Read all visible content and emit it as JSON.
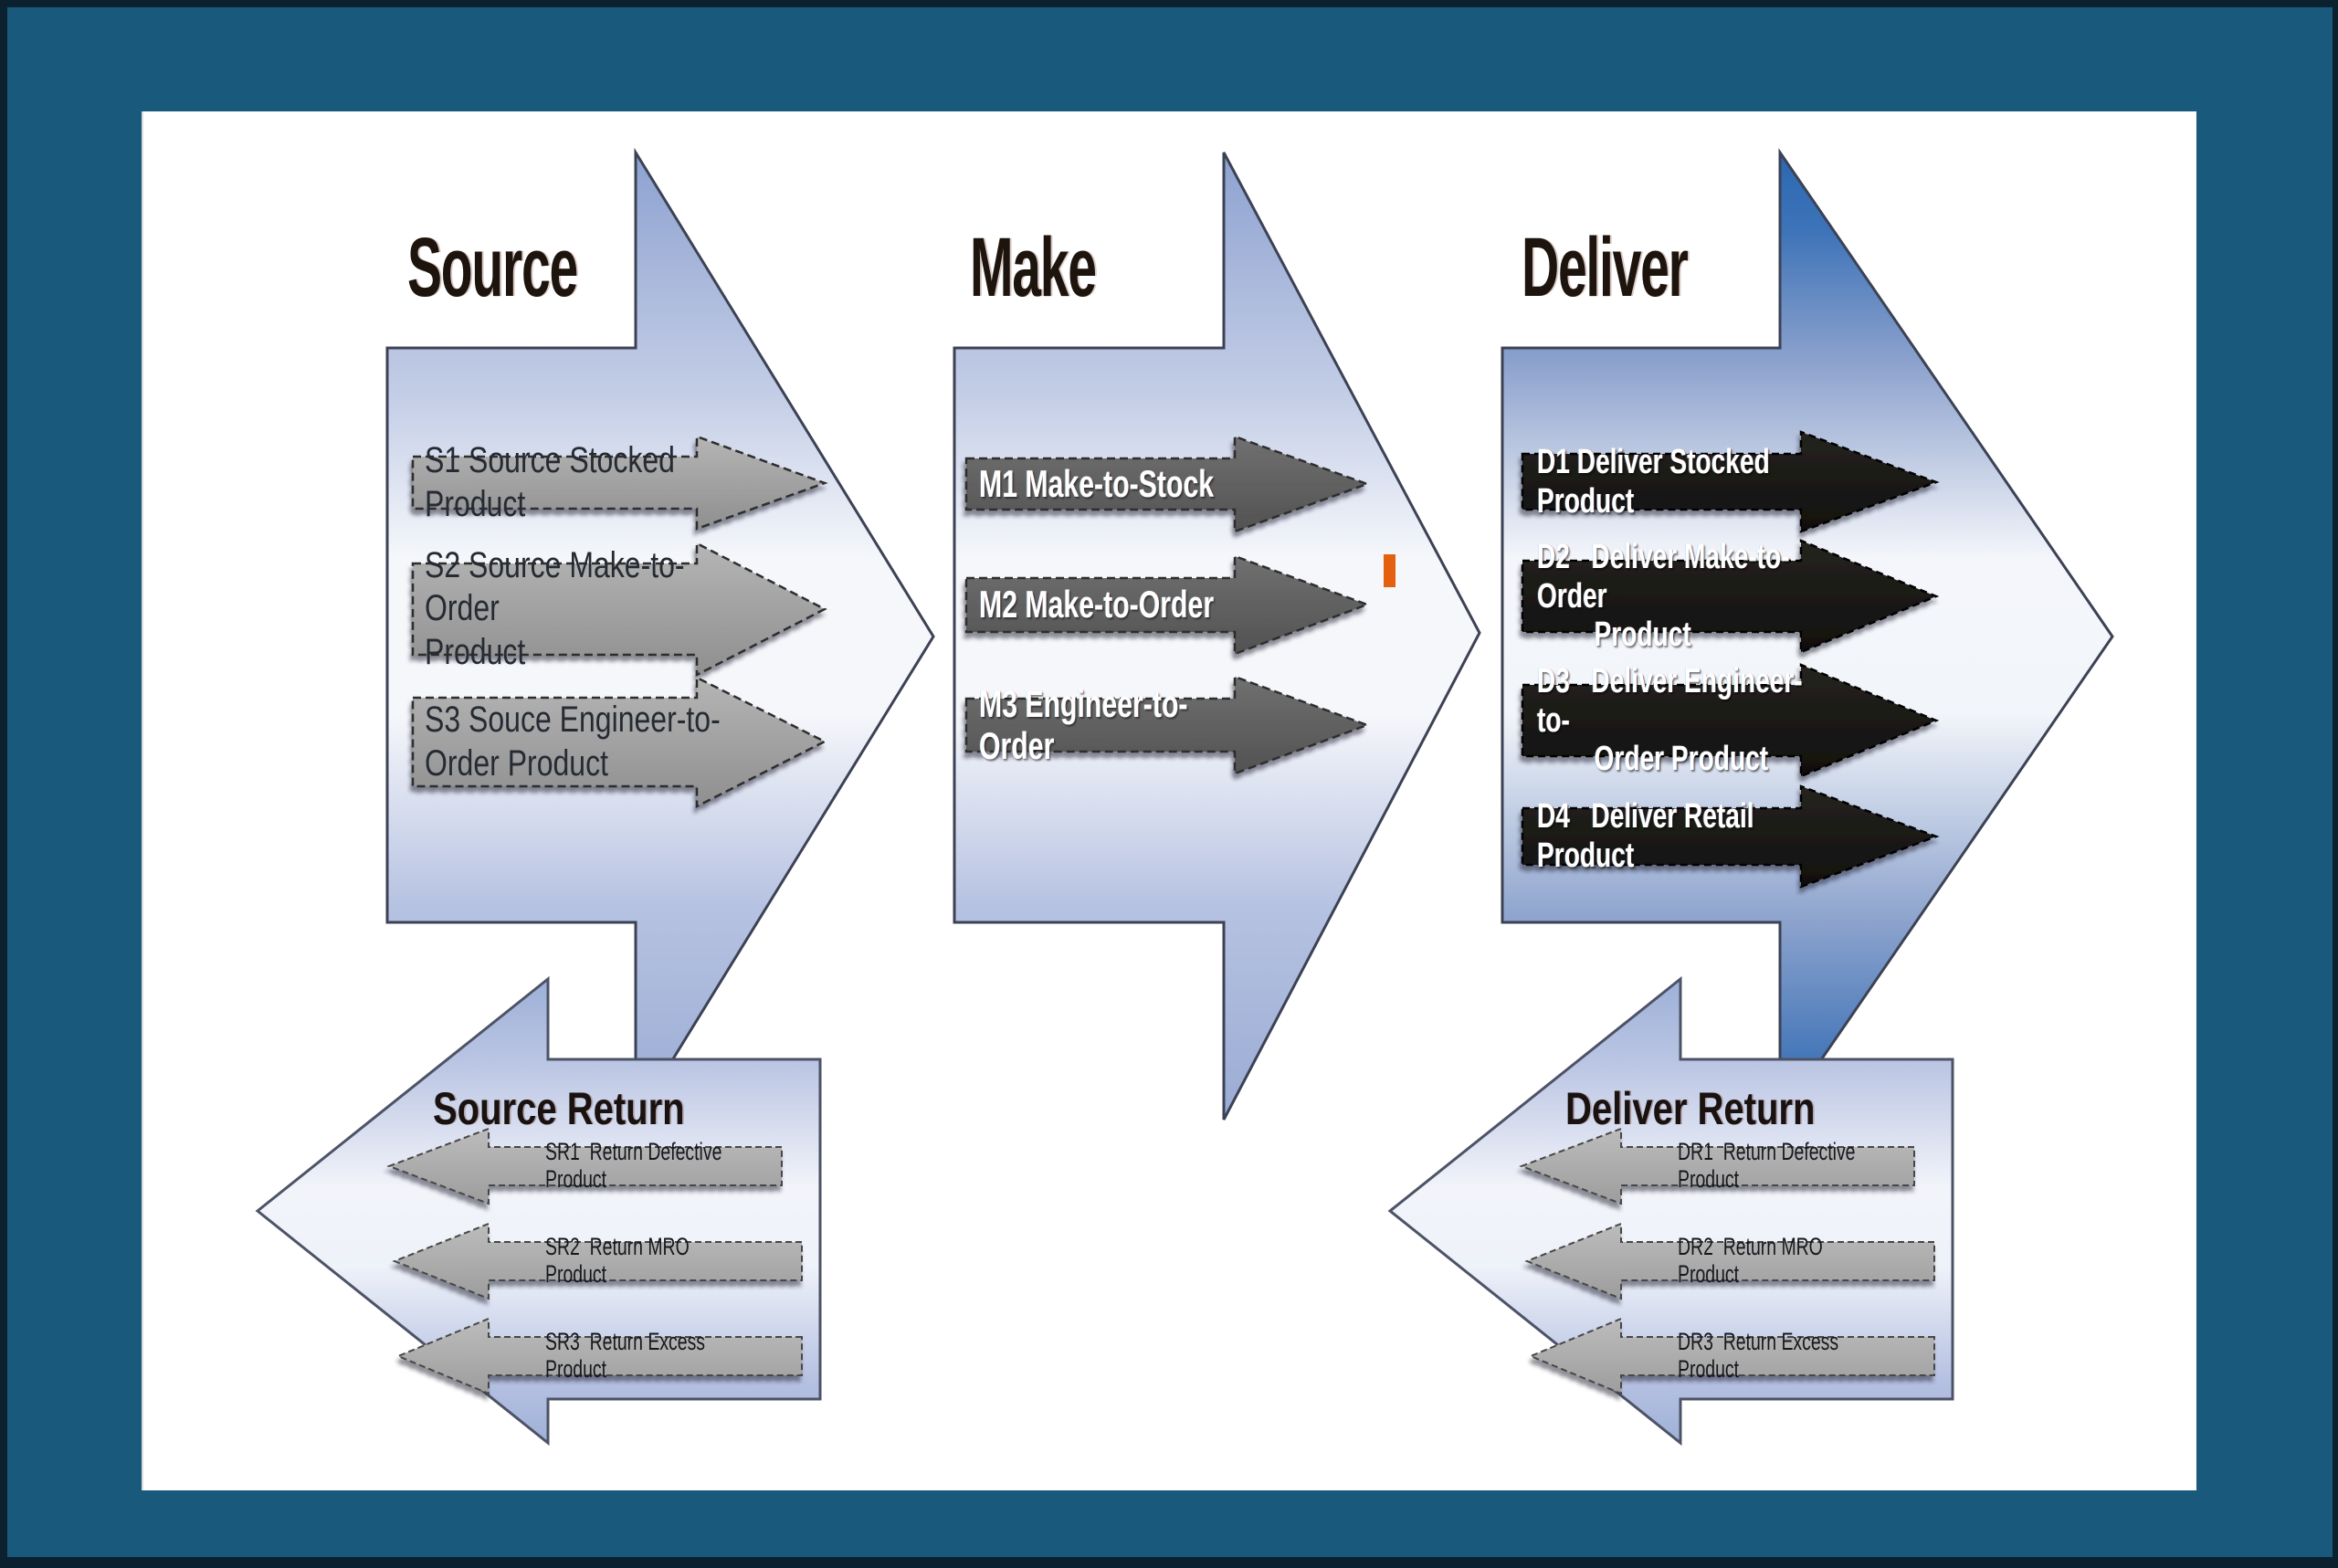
{
  "diagram": {
    "source": {
      "title": "Source",
      "items": [
        "S1 Source Stocked Product",
        "S2 Source Make-to-Order\nProduct",
        "S3 Souce Engineer-to-\nOrder Product"
      ]
    },
    "make": {
      "title": "Make",
      "items": [
        "M1 Make-to-Stock",
        "M2 Make-to-Order",
        "M3 Engineer-to-Order"
      ]
    },
    "deliver": {
      "title": "Deliver",
      "items": [
        "D1 Deliver Stocked Product",
        "D2   Deliver Make-to-Order\n        Product",
        "D3   Deliver Engineer-to-\n        Order Product",
        "D4   Deliver Retail Product"
      ]
    },
    "source_return": {
      "title": "Source Return",
      "items": [
        "SR1  Return Defective Product",
        "SR2  Return MRO Product",
        "SR3  Return Excess Product"
      ]
    },
    "deliver_return": {
      "title": "Deliver Return",
      "items": [
        "DR1  Return Defective Product",
        "DR2  Return MRO Product",
        "DR3  Return Excess Product"
      ]
    }
  },
  "colors": {
    "page_border": "#0b2130",
    "frame_teal": "#19597b",
    "panel_white": "#ffffff",
    "arrow_steel_blue": "#8da2d0",
    "arrow_deep_blue": "#2a68b2",
    "marker_orange": "#e55f10"
  }
}
